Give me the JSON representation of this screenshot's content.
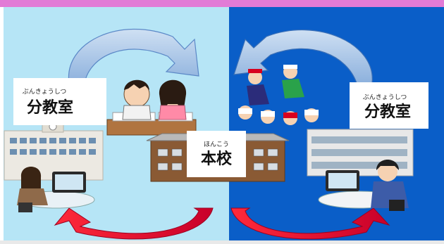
{
  "labels": {
    "left": {
      "ruby": "ぶんきょうしつ",
      "text": "分教室"
    },
    "center": {
      "ruby": "ほんこう",
      "text": "本校"
    },
    "right": {
      "ruby": "ぶんきょうしつ",
      "text": "分教室"
    }
  },
  "colors": {
    "top_bar": "#e27bd6",
    "left_panel": "#b6e5f6",
    "right_panel": "#0a5ec8",
    "bottom_arrow": "#e3002c",
    "top_arrow": "#aac6e8"
  },
  "icons": [
    "curved-arrow-top-left-icon",
    "curved-arrow-top-right-icon",
    "curved-arrow-bottom-left-icon",
    "curved-arrow-bottom-right-icon",
    "school-building-left-icon",
    "school-building-center-icon",
    "school-building-right-icon",
    "students-at-desk-icon",
    "running-students-icon",
    "girl-with-tablet-icon",
    "boy-with-tablet-icon"
  ]
}
